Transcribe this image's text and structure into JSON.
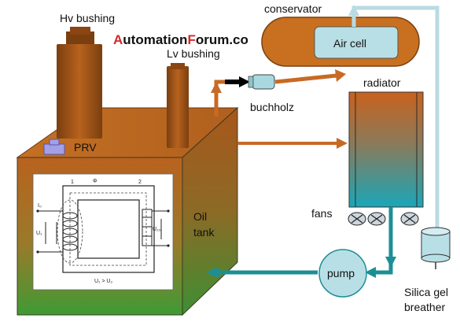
{
  "brand": {
    "prefix": "A",
    "rest1": "utomation",
    "forum_f": "F",
    "rest2": "orum.co",
    "prefix_color": "#d62828",
    "text_color": "#111111"
  },
  "labels": {
    "hv_bushing": "Hv bushing",
    "lv_bushing": "Lv bushing",
    "conservator": "conservator",
    "air_cell": "Air cell",
    "buchholz": "buchholz",
    "radiator": "radiator",
    "prv": "PRV",
    "oil": "Oil",
    "tank": "tank",
    "fans": "fans",
    "pump": "pump",
    "silica_gel": "Silica gel",
    "breather": "breather"
  },
  "inset": {
    "num_1": "1",
    "num_2": "2",
    "phi": "Φ",
    "i0": "I₀",
    "u1": "U₁",
    "u20": "U₂₀",
    "ratio": "U₁ > U₂"
  },
  "colors": {
    "copper": "#b8621e",
    "conservator_fill": "#c8701f",
    "air_cell_fill": "#b9dfe6",
    "pipe_oil": "#c76a25",
    "pipe_teal": "#1b8f95",
    "pipe_light": "#b9dbe3",
    "prv_fill": "#a4a0e8"
  }
}
